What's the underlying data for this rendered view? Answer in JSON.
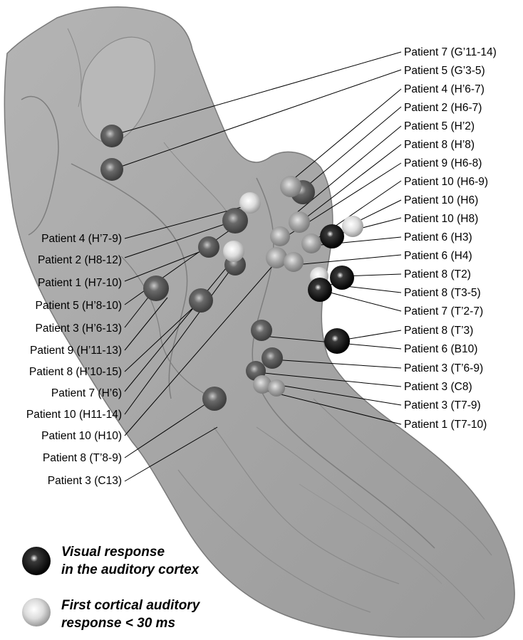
{
  "labels_right": [
    "Patient 7 (G’11-14)",
    "Patient 5 (G’3-5)",
    "Patient 4 (H’6-7)",
    "Patient 2 (H6-7)",
    "Patient 5 (H’2)",
    "Patient 8 (H’8)",
    "Patient 9 (H6-8)",
    "Patient 10 (H6-9)",
    "Patient 10 (H6)",
    "Patient 10 (H8)",
    "Patient 6 (H3)",
    "Patient 6 (H4)",
    "Patient 8 (T2)",
    "Patient 8 (T3-5)",
    "Patient 7 (T’2-7)",
    "Patient 8 (T’3)",
    "Patient 6 (B10)",
    "Patient 3 (T’6-9)",
    "Patient 3 (C8)",
    "Patient 3 (T7-9)",
    "Patient 1 (T7-10)"
  ],
  "labels_left": [
    "Patient 4 (H’7-9)",
    "Patient 2 (H8-12)",
    "Patient 1 (H7-10)",
    "Patient 5 (H’8-10)",
    "Patient 3 (H’6-13)",
    "Patient 9 (H’11-13)",
    "Patient 8 (H’10-15)",
    "Patient 7 (H’6)",
    "Patient 10 (H11-14)",
    "Patient 10 (H10)",
    "Patient 8 (T’8-9)",
    "Patient 3 (C13)"
  ],
  "legend": {
    "visual_line1": "Visual response",
    "visual_line2": "in the auditory cortex",
    "auditory_line1": "First cortical auditory",
    "auditory_line2": "response < 30 ms"
  }
}
